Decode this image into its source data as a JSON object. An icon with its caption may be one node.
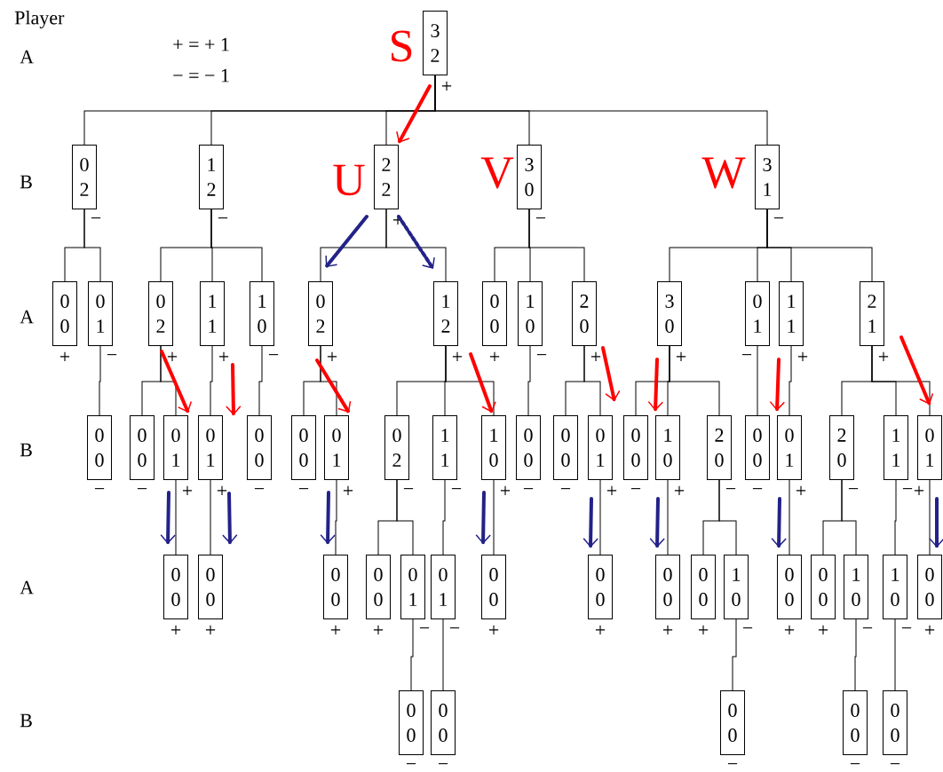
{
  "diagram": {
    "nodes": [
      {
        "text": [
          "3",
          "2"
        ],
        "beside": [
          "S",
          "+"
        ]
      },
      {
        "text": [
          "0",
          "2"
        ],
        "beside": [
          "−"
        ]
      },
      {
        "text": [
          "1",
          "2"
        ],
        "beside": [
          "−"
        ]
      },
      {
        "text": [
          "2",
          "2"
        ],
        "beside": [
          "U",
          "+"
        ]
      },
      {
        "text": [
          "3",
          "0"
        ],
        "beside": [
          "V",
          "−"
        ]
      },
      {
        "text": [
          "3",
          "1"
        ],
        "beside": [
          "W",
          "−"
        ]
      },
      {
        "text": [
          "0",
          "0"
        ],
        "beside": [
          "+"
        ]
      },
      {
        "text": [
          "0",
          "1"
        ],
        "beside": [
          "−"
        ]
      },
      {
        "text": [
          "0",
          "2"
        ],
        "beside": [
          "+"
        ]
      },
      {
        "text": [
          "1",
          "1"
        ],
        "beside": [
          "+"
        ]
      },
      {
        "text": [
          "1",
          "0"
        ],
        "beside": [
          "−"
        ]
      },
      {
        "text": [
          "0",
          "2"
        ],
        "beside": [
          "+"
        ]
      },
      {
        "text": [
          "1",
          "2"
        ],
        "beside": [
          "+"
        ]
      },
      {
        "text": [
          "0",
          "0"
        ],
        "beside": [
          "+"
        ]
      },
      {
        "text": [
          "1",
          "0"
        ],
        "beside": [
          "−"
        ]
      },
      {
        "text": [
          "2",
          "0"
        ],
        "beside": [
          "+"
        ]
      },
      {
        "text": [
          "3",
          "0"
        ],
        "beside": [
          "+"
        ]
      },
      {
        "text": [
          "0",
          "1"
        ],
        "beside": [
          "−"
        ]
      },
      {
        "text": [
          "1",
          "1"
        ],
        "beside": [
          "+"
        ]
      },
      {
        "text": [
          "2",
          "1"
        ],
        "beside": [
          "+"
        ]
      },
      {
        "text": [
          "0",
          "0"
        ],
        "beside": [
          "−"
        ]
      },
      {
        "text": [
          "0",
          "0"
        ],
        "beside": [
          "−"
        ]
      },
      {
        "text": [
          "0",
          "1"
        ],
        "beside": [
          "+"
        ]
      },
      {
        "text": [
          "0",
          "1"
        ],
        "beside": [
          "+"
        ]
      },
      {
        "text": [
          "0",
          "0"
        ],
        "beside": [
          "−"
        ]
      },
      {
        "text": [
          "0",
          "0"
        ],
        "beside": [
          "−"
        ]
      },
      {
        "text": [
          "0",
          "1"
        ],
        "beside": [
          "+"
        ]
      },
      {
        "text": [
          "0",
          "2"
        ],
        "beside": [
          "−"
        ]
      },
      {
        "text": [
          "1",
          "1"
        ],
        "beside": [
          "−"
        ]
      },
      {
        "text": [
          "1",
          "0"
        ],
        "beside": [
          "+"
        ]
      },
      {
        "text": [
          "0",
          "0"
        ],
        "beside": [
          "−"
        ]
      },
      {
        "text": [
          "0",
          "0"
        ],
        "beside": [
          "−"
        ]
      },
      {
        "text": [
          "0",
          "1"
        ],
        "beside": [
          "+"
        ]
      },
      {
        "text": [
          "0",
          "0"
        ],
        "beside": [
          "−"
        ]
      },
      {
        "text": [
          "1",
          "0"
        ],
        "beside": [
          "+"
        ]
      },
      {
        "text": [
          "2",
          "0"
        ],
        "beside": [
          "−"
        ]
      },
      {
        "text": [
          "0",
          "0"
        ],
        "beside": [
          "−"
        ]
      },
      {
        "text": [
          "0",
          "1"
        ],
        "beside": [
          "+"
        ]
      },
      {
        "text": [
          "2",
          "0"
        ],
        "beside": [
          "−"
        ]
      },
      {
        "text": [
          "1",
          "1"
        ],
        "beside": [
          "−"
        ]
      },
      {
        "text": [
          "0",
          "1"
        ],
        "beside": [
          "+"
        ]
      },
      {
        "text": [
          "0",
          "0"
        ],
        "beside": [
          "+"
        ]
      },
      {
        "text": [
          "0",
          "0"
        ],
        "beside": [
          "+"
        ]
      },
      {
        "text": [
          "0",
          "0"
        ],
        "beside": [
          "+"
        ]
      },
      {
        "text": [
          "0",
          "0"
        ],
        "beside": [
          "+"
        ]
      },
      {
        "text": [
          "0",
          "1"
        ],
        "beside": [
          "−"
        ]
      },
      {
        "text": [
          "0",
          "1"
        ],
        "beside": [
          "−"
        ]
      },
      {
        "text": [
          "0",
          "0"
        ],
        "beside": [
          "+"
        ]
      },
      {
        "text": [
          "0",
          "0"
        ],
        "beside": [
          "+"
        ]
      },
      {
        "text": [
          "0",
          "0"
        ],
        "beside": [
          "+"
        ]
      },
      {
        "text": [
          "0",
          "0"
        ],
        "beside": [
          "+"
        ]
      },
      {
        "text": [
          "1",
          "0"
        ],
        "beside": [
          "−"
        ]
      },
      {
        "text": [
          "0",
          "0"
        ],
        "beside": [
          "+"
        ]
      },
      {
        "text": [
          "0",
          "0"
        ],
        "beside": [
          "+"
        ]
      },
      {
        "text": [
          "1",
          "0"
        ],
        "beside": [
          "−"
        ]
      },
      {
        "text": [
          "1",
          "0"
        ],
        "beside": [
          "−"
        ]
      },
      {
        "text": [
          "0",
          "0"
        ],
        "beside": [
          "+"
        ]
      },
      {
        "text": [
          "0",
          "0"
        ],
        "beside": [
          "−"
        ]
      },
      {
        "text": [
          "0",
          "0"
        ],
        "beside": [
          "−"
        ]
      },
      {
        "text": [
          "0",
          "0"
        ],
        "beside": [
          "−"
        ]
      },
      {
        "text": [
          "0",
          "0"
        ],
        "beside": [
          "−"
        ]
      },
      {
        "text": [
          "0",
          "0"
        ],
        "beside": [
          "−"
        ]
      }
    ],
    "edges": [
      {
        "from": 0,
        "to": 1,
        "arrow": "none"
      },
      {
        "from": 0,
        "to": 2,
        "arrow": "none"
      },
      {
        "from": 0,
        "to": 3,
        "arrow": "none"
      },
      {
        "from": 0,
        "to": 4,
        "arrow": "none"
      },
      {
        "from": 0,
        "to": 5,
        "arrow": "none"
      },
      {
        "from": 1,
        "to": 6,
        "arrow": "none"
      },
      {
        "from": 1,
        "to": 7,
        "arrow": "none"
      },
      {
        "from": 2,
        "to": 8,
        "arrow": "none"
      },
      {
        "from": 2,
        "to": 9,
        "arrow": "none"
      },
      {
        "from": 2,
        "to": 10,
        "arrow": "none"
      },
      {
        "from": 3,
        "to": 11,
        "arrow": "none"
      },
      {
        "from": 3,
        "to": 12,
        "arrow": "none"
      },
      {
        "from": 4,
        "to": 13,
        "arrow": "none"
      },
      {
        "from": 4,
        "to": 14,
        "arrow": "none"
      },
      {
        "from": 4,
        "to": 15,
        "arrow": "none"
      },
      {
        "from": 5,
        "to": 16,
        "arrow": "none"
      },
      {
        "from": 5,
        "to": 17,
        "arrow": "none"
      },
      {
        "from": 5,
        "to": 18,
        "arrow": "none"
      },
      {
        "from": 5,
        "to": 19,
        "arrow": "none"
      },
      {
        "from": 7,
        "to": 20,
        "arrow": "none"
      },
      {
        "from": 8,
        "to": 21,
        "arrow": "none"
      },
      {
        "from": 8,
        "to": 22,
        "arrow": "none"
      },
      {
        "from": 9,
        "to": 23,
        "arrow": "none"
      },
      {
        "from": 10,
        "to": 24,
        "arrow": "none"
      },
      {
        "from": 11,
        "to": 25,
        "arrow": "none"
      },
      {
        "from": 11,
        "to": 26,
        "arrow": "none"
      },
      {
        "from": 12,
        "to": 27,
        "arrow": "none"
      },
      {
        "from": 12,
        "to": 28,
        "arrow": "none"
      },
      {
        "from": 12,
        "to": 29,
        "arrow": "none"
      },
      {
        "from": 14,
        "to": 30,
        "arrow": "none"
      },
      {
        "from": 15,
        "to": 31,
        "arrow": "none"
      },
      {
        "from": 15,
        "to": 32,
        "arrow": "none"
      },
      {
        "from": 16,
        "to": 33,
        "arrow": "none"
      },
      {
        "from": 16,
        "to": 34,
        "arrow": "none"
      },
      {
        "from": 16,
        "to": 35,
        "arrow": "none"
      },
      {
        "from": 17,
        "to": 36,
        "arrow": "none"
      },
      {
        "from": 18,
        "to": 37,
        "arrow": "none"
      },
      {
        "from": 19,
        "to": 38,
        "arrow": "none"
      },
      {
        "from": 19,
        "to": 39,
        "arrow": "none"
      },
      {
        "from": 19,
        "to": 40,
        "arrow": "none"
      },
      {
        "from": 22,
        "to": 41,
        "arrow": "none"
      },
      {
        "from": 23,
        "to": 42,
        "arrow": "none"
      },
      {
        "from": 26,
        "to": 43,
        "arrow": "none"
      },
      {
        "from": 27,
        "to": 44,
        "arrow": "none"
      },
      {
        "from": 27,
        "to": 45,
        "arrow": "none"
      },
      {
        "from": 28,
        "to": 46,
        "arrow": "none"
      },
      {
        "from": 29,
        "to": 47,
        "arrow": "none"
      },
      {
        "from": 32,
        "to": 48,
        "arrow": "none"
      },
      {
        "from": 34,
        "to": 49,
        "arrow": "none"
      },
      {
        "from": 35,
        "to": 50,
        "arrow": "none"
      },
      {
        "from": 35,
        "to": 51,
        "arrow": "none"
      },
      {
        "from": 37,
        "to": 52,
        "arrow": "none"
      },
      {
        "from": 38,
        "to": 53,
        "arrow": "none"
      },
      {
        "from": 38,
        "to": 54,
        "arrow": "none"
      },
      {
        "from": 39,
        "to": 55,
        "arrow": "none"
      },
      {
        "from": 40,
        "to": 56,
        "arrow": "none"
      },
      {
        "from": 45,
        "to": 57,
        "arrow": "none"
      },
      {
        "from": 46,
        "to": 58,
        "arrow": "none"
      },
      {
        "from": 51,
        "to": 59,
        "arrow": "none"
      },
      {
        "from": 54,
        "to": 60,
        "arrow": "none"
      },
      {
        "from": 55,
        "to": 61,
        "arrow": "none"
      },
      {
        "from": 0,
        "to": 3,
        "arrow": "to",
        "style": "thick",
        "color": "#ff0000"
      },
      {
        "from": 3,
        "to": 11,
        "arrow": "to",
        "style": "thick",
        "color": "#222288"
      },
      {
        "from": 3,
        "to": 12,
        "arrow": "to",
        "style": "dashed",
        "color": "#222288"
      },
      {
        "from": 8,
        "to": 22,
        "arrow": "to",
        "style": "thick",
        "color": "#ff0000"
      },
      {
        "from": 9,
        "to": 23,
        "arrow": "to",
        "style": "thick",
        "color": "#ff0000"
      },
      {
        "from": 11,
        "to": 26,
        "arrow": "to",
        "style": "thick",
        "color": "#ff0000"
      },
      {
        "from": 12,
        "to": 29,
        "arrow": "to",
        "style": "thick",
        "color": "#ff0000"
      },
      {
        "from": 15,
        "to": 32,
        "arrow": "to",
        "style": "thick",
        "color": "#ff0000"
      },
      {
        "from": null,
        "to": 34,
        "arrow": "to",
        "style": "thick",
        "color": "#ff0000"
      },
      {
        "from": null,
        "to": 37,
        "arrow": "to",
        "style": "thick",
        "color": "#ff0000"
      },
      {
        "from": null,
        "to": 40,
        "arrow": "to",
        "style": "thick",
        "color": "#ff0000"
      },
      {
        "from": null,
        "to": 41,
        "arrow": "to",
        "style": "thick",
        "color": "#222288"
      },
      {
        "from": 23,
        "to": 42,
        "arrow": "to",
        "style": "thick",
        "color": "#222288"
      },
      {
        "from": null,
        "to": 43,
        "arrow": "to",
        "style": "thick",
        "color": "#222288"
      },
      {
        "from": null,
        "to": 47,
        "arrow": "to",
        "style": "thick",
        "color": "#222288"
      },
      {
        "from": null,
        "to": 48,
        "arrow": "to",
        "style": "thick",
        "color": "#222288"
      },
      {
        "from": null,
        "to": 49,
        "arrow": "to",
        "style": "thick",
        "color": "#222288"
      },
      {
        "from": null,
        "to": 52,
        "arrow": "to",
        "style": "thick",
        "color": "#222288"
      },
      {
        "from": null,
        "to": 56,
        "arrow": "to",
        "style": "thick",
        "color": "#222288"
      }
    ],
    "labels": [
      "Player",
      "A",
      "+ = + 1",
      "− = − 1",
      "B",
      "A",
      "B",
      "A",
      "B"
    ]
  }
}
